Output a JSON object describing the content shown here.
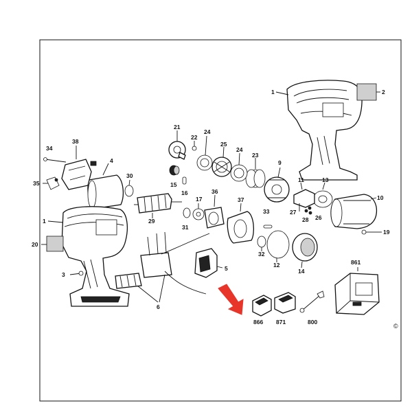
{
  "diagram": {
    "copyright_symbol": "©",
    "highlight_color": "#e8352a",
    "frame_color": "#111111",
    "labels": {
      "p1_top": "1",
      "p2": "2",
      "p3": "3",
      "p4": "4",
      "p5": "5",
      "p6": "6",
      "p9": "9",
      "p10": "10",
      "p11": "11",
      "p12": "12",
      "p13": "13",
      "p14": "14",
      "p15": "15",
      "p16": "16",
      "p17": "17",
      "p19": "19",
      "p20": "20",
      "p21": "21",
      "p22": "22",
      "p23": "23",
      "p24a": "24",
      "p24b": "24",
      "p25": "25",
      "p26": "26",
      "p27": "27",
      "p28": "28",
      "p29": "29",
      "p30": "30",
      "p31": "31",
      "p32": "32",
      "p33": "33",
      "p34": "34",
      "p35": "35",
      "p36": "36",
      "p37": "37",
      "p38": "38",
      "p1_left": "1",
      "p861": "861",
      "p866": "866",
      "p871": "871",
      "p800": "800"
    },
    "icons": [
      "highlight-arrow-icon"
    ]
  }
}
